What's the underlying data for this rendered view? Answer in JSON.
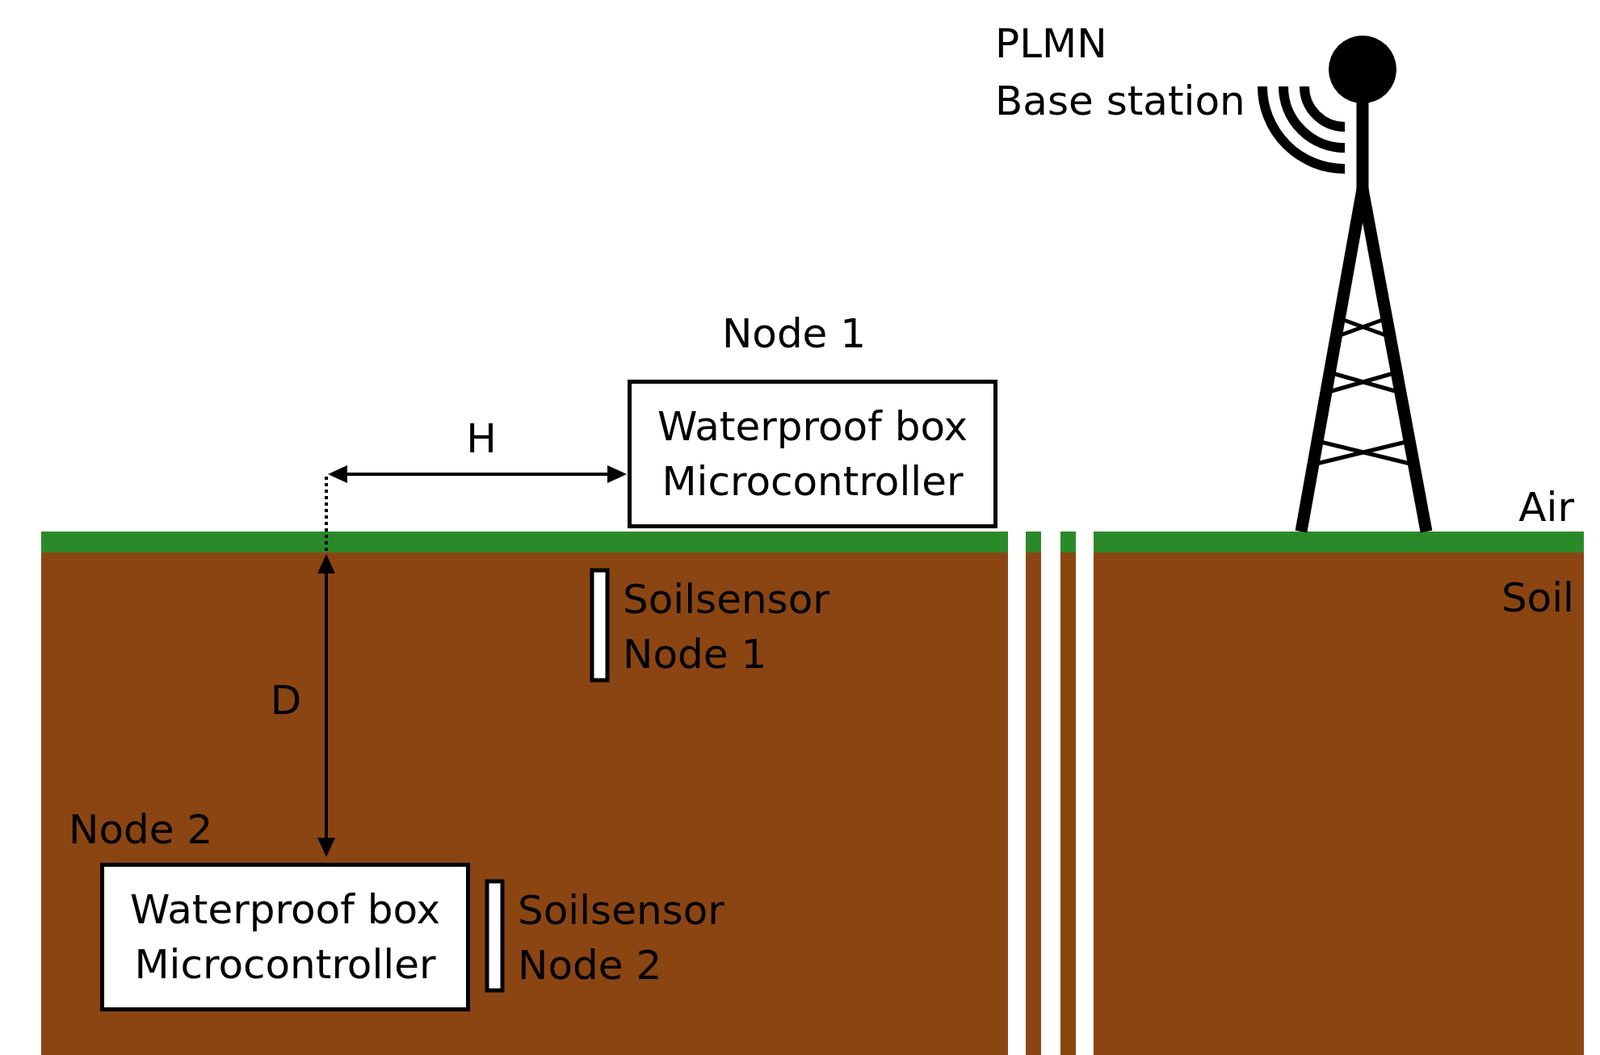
{
  "diagram": {
    "nodes": [
      {
        "text": [
          "Node 1",
          "Waterproof box Microcontroller"
        ]
      },
      {
        "text": [
          "Node 2",
          "Waterproof box Microcontroller"
        ]
      }
    ],
    "labels": [
      "PLMN",
      "Base station",
      "H",
      "Soilsensor Node 1",
      "D",
      "Soilsensor Node 2",
      "Air",
      "Soil"
    ]
  }
}
